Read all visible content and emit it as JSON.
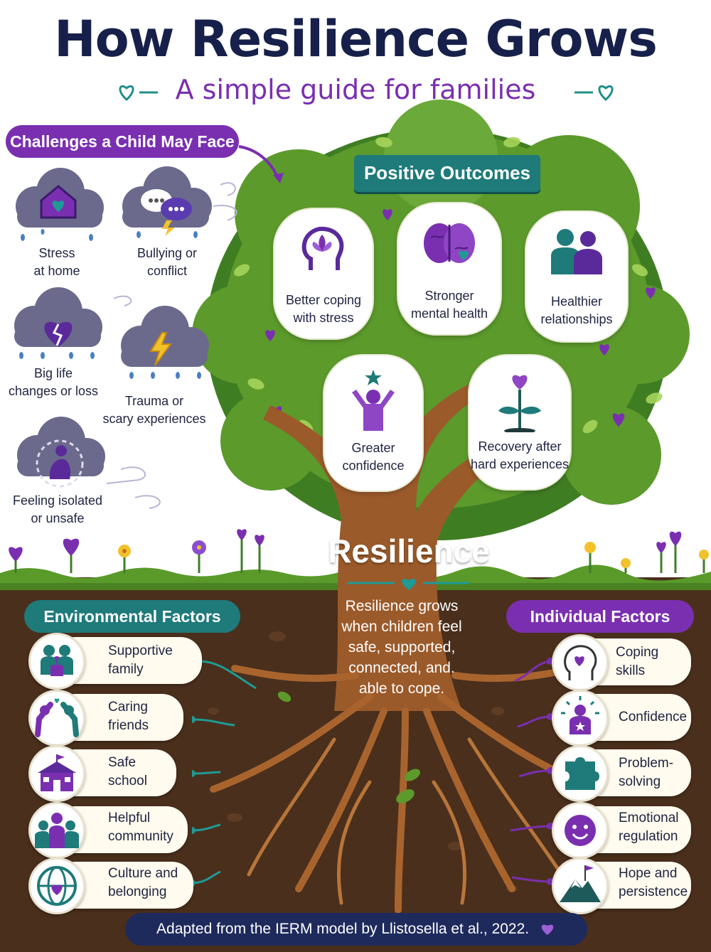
{
  "title": "How Resilience Grows",
  "subtitle": "A simple guide for families",
  "challenges": {
    "heading": "Challenges a Child May Face",
    "items": [
      {
        "lines": [
          "Stress",
          "at home"
        ],
        "icon": "house-heart-icon"
      },
      {
        "lines": [
          "Bullying or",
          "conflict"
        ],
        "icon": "speech-bubbles-icon"
      },
      {
        "lines": [
          "Big life",
          "changes or loss"
        ],
        "icon": "broken-heart-icon"
      },
      {
        "lines": [
          "Trauma or",
          "scary experiences"
        ],
        "icon": "lightning-icon"
      },
      {
        "lines": [
          "Feeling isolated",
          "or unsafe"
        ],
        "icon": "isolated-person-icon"
      }
    ]
  },
  "outcomes": {
    "heading": "Positive Outcomes",
    "items": [
      {
        "lines": [
          "Better coping",
          "with stress"
        ],
        "icon": "head-lotus-icon"
      },
      {
        "lines": [
          "Stronger",
          "mental health"
        ],
        "icon": "brain-heart-icon"
      },
      {
        "lines": [
          "Healthier",
          "relationships"
        ],
        "icon": "two-people-icon"
      },
      {
        "lines": [
          "Greater",
          "confidence"
        ],
        "icon": "person-star-icon"
      },
      {
        "lines": [
          "Recovery after",
          "hard experiences"
        ],
        "icon": "sprout-heart-icon"
      }
    ]
  },
  "center": {
    "title": "Resilience",
    "description": [
      "Resilience grows",
      "when children feel",
      "safe, supported,",
      "connected, and.",
      "able to cope."
    ]
  },
  "environmental": {
    "heading": "Environmental Factors",
    "items": [
      {
        "lines": [
          "Supportive",
          "family"
        ],
        "icon": "family-icon"
      },
      {
        "lines": [
          "Caring",
          "friends"
        ],
        "icon": "high-five-icon"
      },
      {
        "lines": [
          "Safe",
          "school"
        ],
        "icon": "school-icon"
      },
      {
        "lines": [
          "Helpful",
          "community"
        ],
        "icon": "community-icon"
      },
      {
        "lines": [
          "Culture and",
          "belonging"
        ],
        "icon": "globe-heart-icon"
      }
    ]
  },
  "individual": {
    "heading": "Individual Factors",
    "items": [
      {
        "lines": [
          "Coping",
          "skills"
        ],
        "icon": "head-heart-icon"
      },
      {
        "lines": [
          "Confidence"
        ],
        "icon": "person-star-icon"
      },
      {
        "lines": [
          "Problem-",
          "solving"
        ],
        "icon": "puzzle-icon"
      },
      {
        "lines": [
          "Emotional",
          "regulation"
        ],
        "icon": "smile-icon"
      },
      {
        "lines": [
          "Hope and",
          "persistence"
        ],
        "icon": "mountain-flag-icon"
      }
    ]
  },
  "footer": "Adapted from the IERM model by Llistosella et al., 2022.",
  "colors": {
    "navy": "#16204a",
    "purple": "#7a2fb0",
    "teal": "#1f7a7a",
    "leaf": "#5c9a2c",
    "trunk": "#9b5a2a",
    "soil": "#4a2f1c"
  }
}
